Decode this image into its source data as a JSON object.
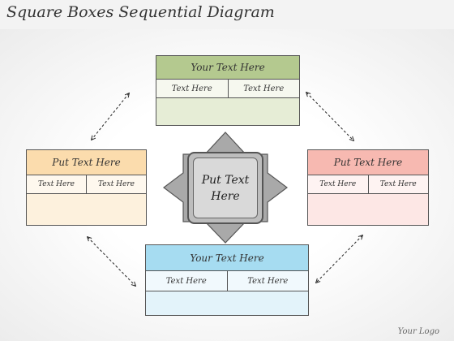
{
  "title": "Square Boxes Sequential Diagram",
  "center": {
    "line1": "Put Text",
    "line2": "Here"
  },
  "boxes": {
    "top": {
      "header": "Your Text Here",
      "cells": [
        "Text Here",
        "Text Here"
      ],
      "header_color": "#b4c98f"
    },
    "left": {
      "header": "Put Text Here",
      "cells": [
        "Text Here",
        "Text Here"
      ],
      "header_color": "#fbdcad"
    },
    "right": {
      "header": "Put Text Here",
      "cells": [
        "Text Here",
        "Text Here"
      ],
      "header_color": "#f7b9b1"
    },
    "bottom": {
      "header": "Your Text Here",
      "cells": [
        "Text Here",
        "Text Here"
      ],
      "header_color": "#a6dcf1"
    }
  },
  "logo": "Your Logo"
}
